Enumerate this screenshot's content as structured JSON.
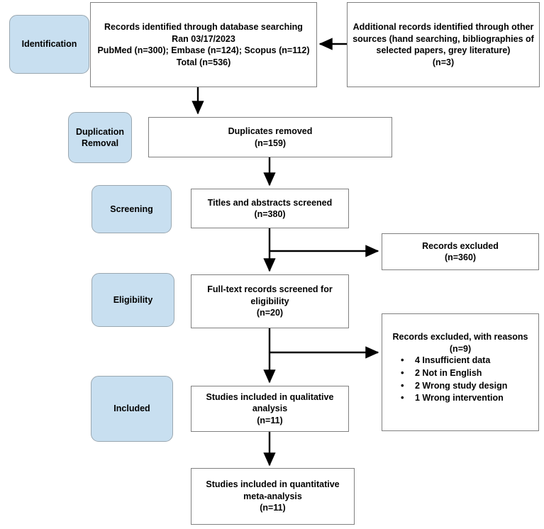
{
  "diagram": {
    "type": "PRISMA flow diagram",
    "stages": [
      {
        "id": "identification",
        "label": "Identification"
      },
      {
        "id": "duplication-removal",
        "label": "Duplication\nRemoval",
        "line1": "Duplication",
        "line2": "Removal"
      },
      {
        "id": "screening",
        "label": "Screening"
      },
      {
        "id": "eligibility",
        "label": "Eligibility"
      },
      {
        "id": "included",
        "label": "Included"
      }
    ],
    "boxes": {
      "database_search": {
        "line1": "Records identified through database searching",
        "line2": "Ran 03/17/2023",
        "line3": "PubMed (n=300); Embase (n=124); Scopus (n=112)",
        "line4": "Total (n=536)"
      },
      "additional_records": {
        "line1": "Additional records identified through other",
        "line2": "sources (hand searching, bibliographies of",
        "line3": "selected papers, grey literature)",
        "line4": "(n=3)"
      },
      "duplicates_removed": {
        "line1": "Duplicates removed",
        "line2": "(n=159)"
      },
      "titles_abstracts": {
        "line1": "Titles and abstracts screened",
        "line2": "(n=380)"
      },
      "records_excluded": {
        "line1": "Records excluded",
        "line2": "(n=360)"
      },
      "fulltext_screened": {
        "line1": "Full-text records screened for",
        "line2": "eligibility",
        "line3": "(n=20)"
      },
      "excluded_reasons": {
        "line1": "Records excluded, with reasons",
        "line2": "(n=9)",
        "reasons": [
          "4 Insufficient data",
          "2 Not in English",
          "2 Wrong study design",
          "1 Wrong intervention"
        ]
      },
      "qualitative": {
        "line1": "Studies included in qualitative",
        "line2": "analysis",
        "line3": "(n=11)"
      },
      "quantitative": {
        "line1": "Studies included in quantitative",
        "line2": "meta-analysis",
        "line3": "(n=11)"
      }
    },
    "counts": {
      "pubmed": 300,
      "embase": 124,
      "scopus": 112,
      "total_identified": 536,
      "additional_records": 3,
      "duplicates_removed": 159,
      "titles_abstracts_screened": 380,
      "records_excluded_screening": 360,
      "fulltext_screened": 20,
      "records_excluded_eligibility": 9,
      "excluded_insufficient_data": 4,
      "excluded_not_in_english": 2,
      "excluded_wrong_study_design": 2,
      "excluded_wrong_intervention": 1,
      "included_qualitative": 11,
      "included_quantitative": 11
    },
    "colors": {
      "stage_fill": "#c8dff0",
      "stage_border": "#9aa7b0",
      "box_border": "#808080",
      "arrow": "#000000",
      "text": "#000000",
      "background": "#ffffff"
    },
    "search_date": "03/17/2023"
  }
}
